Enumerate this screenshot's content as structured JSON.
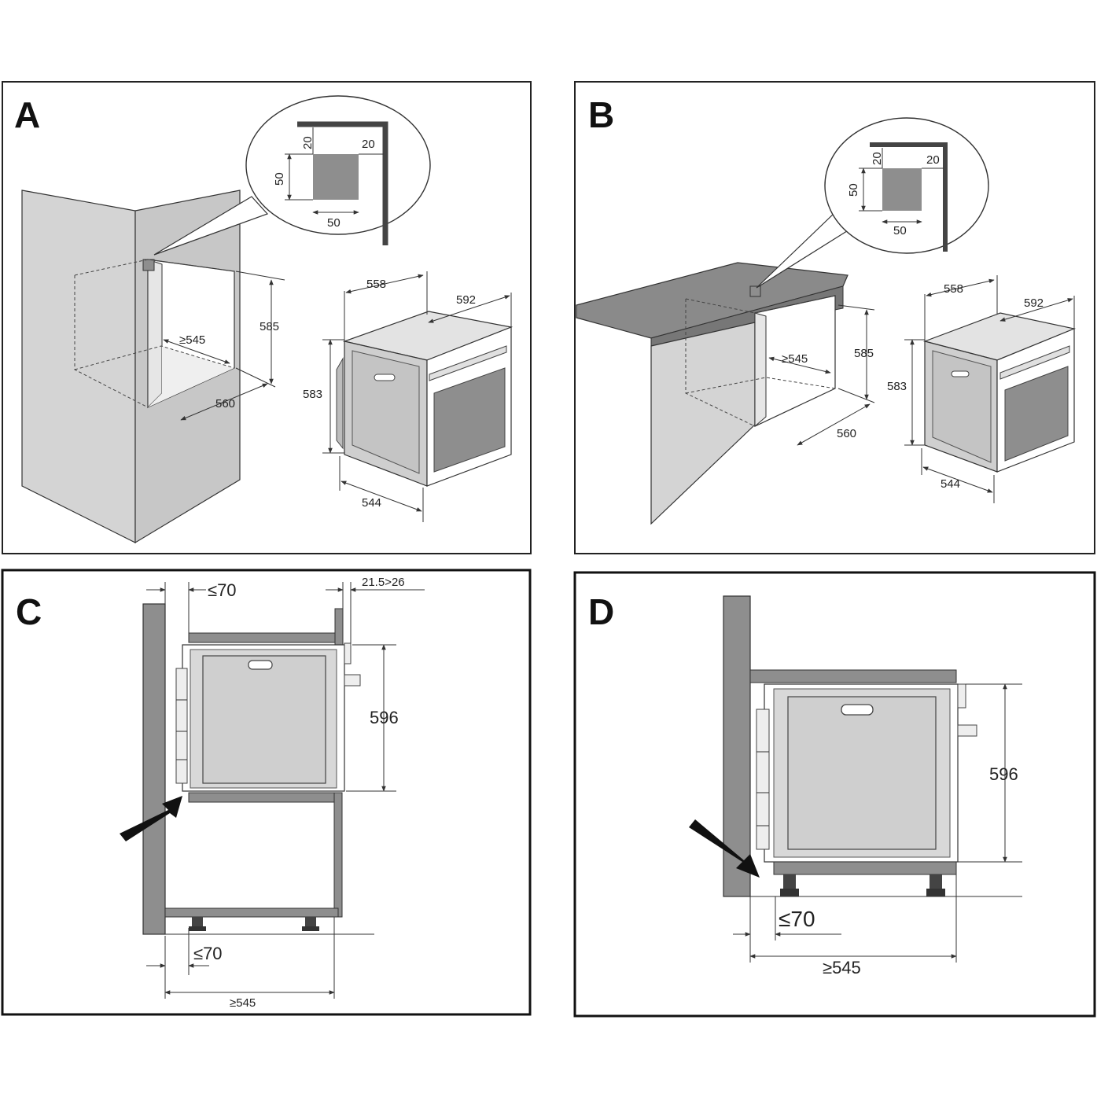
{
  "panels": {
    "a": {
      "letter": "A",
      "detail": {
        "top": "20",
        "right": "20",
        "side": "50",
        "bottom": "50"
      },
      "niche": {
        "width": "≥545",
        "height": "585",
        "depth": "560"
      },
      "oven": {
        "width": "558",
        "depth": "592",
        "height": "583",
        "base": "544"
      }
    },
    "b": {
      "letter": "B",
      "detail": {
        "top": "20",
        "right": "20",
        "side": "50",
        "bottom": "50"
      },
      "niche": {
        "width": "≥545",
        "height": "585",
        "depth": "560"
      },
      "oven": {
        "width": "558",
        "depth": "592",
        "height": "583",
        "base": "544"
      }
    },
    "c": {
      "letter": "C",
      "top_gap": "≤70",
      "top_right": "21.5>26",
      "height": "596",
      "bottom_gap": "≤70",
      "bottom_width": "≥545"
    },
    "d": {
      "letter": "D",
      "height": "596",
      "gap": "≤70",
      "width": "≥545"
    }
  },
  "colors": {
    "wall": "#d4d4d4",
    "wall_side": "#bdbdbd",
    "slab": "#8a8a8a",
    "oven_face": "#c9c9c9",
    "vent": "#8e8e8e",
    "frame": "#222222"
  }
}
